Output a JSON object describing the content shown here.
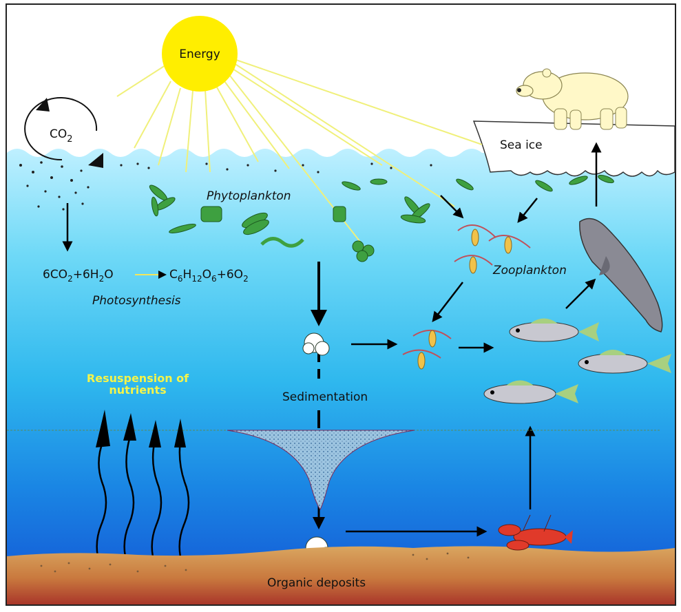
{
  "labels": {
    "energy": "Energy",
    "co2": "CO",
    "co2_sub": "2",
    "sea_ice": "Sea ice",
    "phytoplankton": "Phytoplankton",
    "zooplankton": "Zooplankton",
    "photosynthesis": "Photosynthesis",
    "sedimentation": "Sedimentation",
    "resuspension_line1": "Resuspension of",
    "resuspension_line2": "nutrients",
    "organic_deposits": "Organic deposits"
  },
  "equation": {
    "left_1": "6CO",
    "left_sub1": "2",
    "left_2": "+6H",
    "left_sub2": "2",
    "left_3": "O",
    "right_1": "C",
    "right_sub1": "6",
    "right_2": "H",
    "right_sub2": "12",
    "right_3": "O",
    "right_sub3": "6",
    "right_4": "+6O",
    "right_sub4": "2"
  },
  "colors": {
    "sun": "#ffee00",
    "sun_rays": "#f0f07a",
    "resuspension_text": "#f4f44a",
    "seabed": "#d8a25a",
    "sediment_funnel": "#8fb8d8"
  }
}
